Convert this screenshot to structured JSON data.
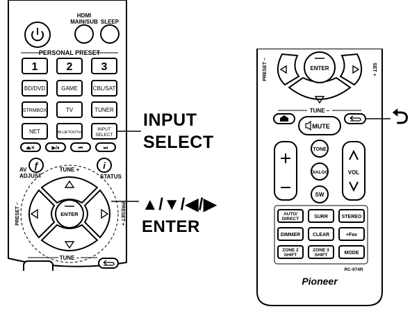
{
  "left_remote": {
    "top_labels": {
      "hdmi": "HDMI",
      "main_sub": "MAIN/SUB",
      "sleep": "SLEEP"
    },
    "personal_preset": "PERSONAL PRESET",
    "presets": [
      "1",
      "2",
      "3"
    ],
    "input_buttons": [
      "BD/DVD",
      "GAME",
      "CBL/SAT",
      "STRMBOX",
      "TV",
      "TUNER",
      "NET",
      "BLUETOOTH",
      "INPUT",
      "SELECT"
    ],
    "transport_symbols": [
      "⏏✕",
      "▶/⏸",
      "⏮",
      "⏭"
    ],
    "av_adjust": [
      "AV",
      "ADJUST"
    ],
    "status": "STATUS",
    "tune_plus": "TUNE +",
    "tune_minus": "TUNE –",
    "preset_minus": "PRESET –",
    "preset_plus": "PRESET +",
    "enter": "ENTER",
    "icon_f": "ƒ",
    "icon_i": "i"
  },
  "right_remote": {
    "preset_minus": "PRESET –",
    "preset_plus": "SET +",
    "enter": "ENTER",
    "tune_minus": "TUNE –",
    "mute": "MUTE",
    "tone": "TONE",
    "dialog": "DIALOG",
    "sw": "SW",
    "vol": "VOL",
    "modes": [
      "AUTO/",
      "DIRECT",
      "SURR",
      "STEREO",
      "DIMMER",
      "CLEAR",
      "+Fav",
      "ZONE 2",
      "SHIFT",
      "ZONE 3",
      "SHIFT",
      "MODE"
    ],
    "model": "RC-974R",
    "brand": "Pioneer"
  },
  "callouts": {
    "input_select_line1": "INPUT",
    "input_select_line2": "SELECT",
    "arrows": "▲/▼/◀/▶",
    "enter": "ENTER",
    "return_symbol": "⮌"
  }
}
